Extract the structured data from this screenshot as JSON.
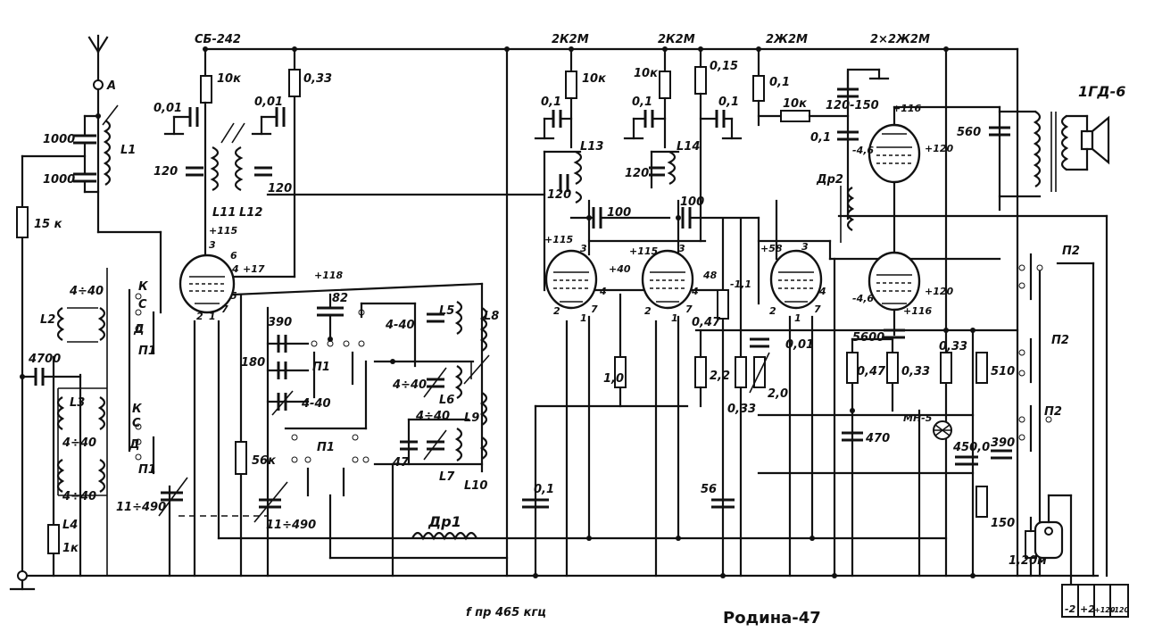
{
  "schematic": {
    "title": "Родина-47",
    "frequency": "f пр 465 кгц",
    "tubes": [
      "СБ-242",
      "2К2М",
      "2К2М",
      "2Ж2М",
      "2×2Ж2М"
    ],
    "speaker": "1ГД-6",
    "antenna": "A",
    "labels": {
      "c1000a": "1000",
      "c1000b": "1000",
      "r15k": "15 к",
      "L1": "L1",
      "L2": "L2",
      "L3": "L3",
      "L4": "L4",
      "c4700": "4700",
      "r1k": "1к",
      "trim1": "4÷40",
      "trim2": "4÷40",
      "trim3": "4÷40",
      "k1": "К",
      "c1": "С",
      "d1": "Д",
      "k2": "К",
      "c2": "С",
      "d2": "Д",
      "P1a": "П1",
      "P1b": "П1",
      "cvar": "11÷490",
      "cvar2": "11÷490",
      "r10k1": "10к",
      "r033": "0,33",
      "c001a": "0,01",
      "c001b": "0,01",
      "c120a": "120",
      "c120b": "120",
      "L11": "L11",
      "L12": "L12",
      "v115a": "+115",
      "p3": "3",
      "p6": "6",
      "p4": "4",
      "v17": "+17",
      "p5": "5",
      "p2": "2",
      "p1": "1",
      "p7": "7",
      "v118": "+118",
      "c82": "82",
      "c390": "390",
      "c180": "180",
      "trim4": "4-40",
      "P1c": "П1",
      "P1d": "П1",
      "r56k": "56к",
      "trim5": "4-40",
      "L5": "L5",
      "L8": "L8",
      "trim6": "4÷40",
      "L6": "L6",
      "trim7": "4÷40",
      "L9": "L9",
      "c47": "47",
      "L7": "L7",
      "L10": "L10",
      "Dr1": "Др1",
      "c01a": "0,1",
      "r10k2": "10к",
      "c01b": "0,1",
      "L13": "L13",
      "c120c": "120",
      "c100a": "100",
      "v115b": "+115",
      "v40": "+40",
      "v115c": "+115",
      "r10": "1,0",
      "r10k3": "10к",
      "c01c": "0,1",
      "r015": "0,15",
      "c01d": "0,1",
      "L14": "L14",
      "c120d": "120",
      "c100b": "100",
      "v48": "48",
      "r047": "0,47",
      "r22": "2,2",
      "c56": "56",
      "r01": "0,1",
      "r10k4": "10к",
      "v58": "+58",
      "vm11": "-1,1",
      "r033b": "0,33",
      "r20": "2,0",
      "c001c": "0,01",
      "c120150": "120-150",
      "c01e": "0,1",
      "v116a": "+116",
      "v120a": "+120",
      "vm46a": "-4,6",
      "Dr2": "Др2",
      "c560": "560",
      "vm46b": "-4,6",
      "v120b": "+120",
      "v116b": "+116",
      "c5600": "5600",
      "r047b": "0,47",
      "r033c": "0,33",
      "c470": "470",
      "MN5": "МН-5",
      "r033d": "0,33",
      "c500": "450,0",
      "r510": "510",
      "c390b": "390",
      "r150": "150",
      "r120m": "1,20м",
      "P2a": "П2",
      "P2b": "П2",
      "P2c": "П2",
      "bat": [
        "-2",
        "+2",
        "+120",
        "-120"
      ]
    }
  }
}
